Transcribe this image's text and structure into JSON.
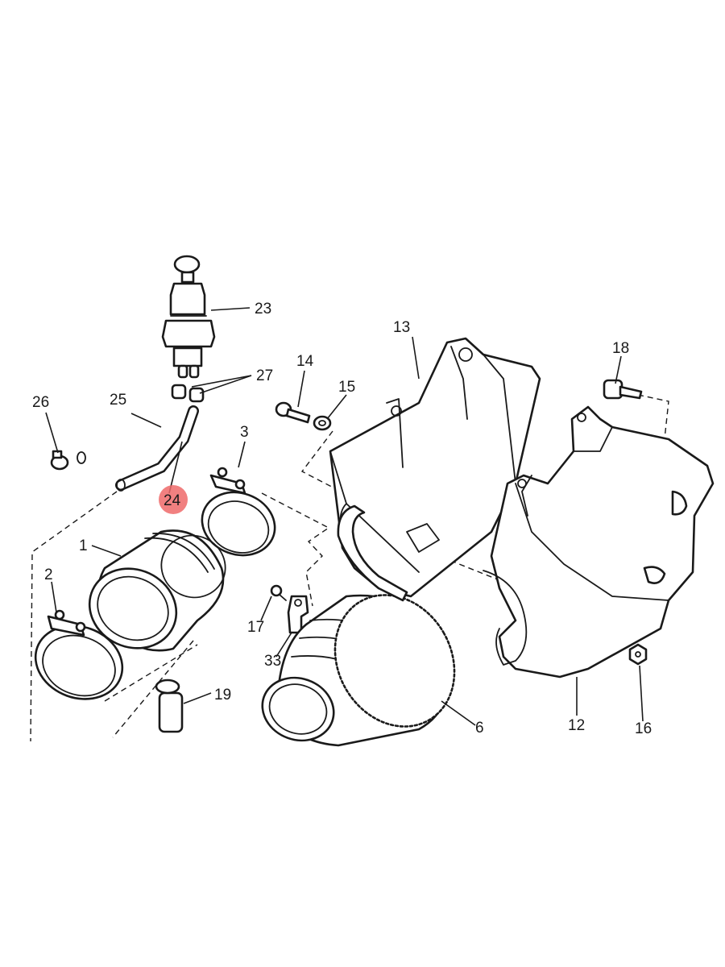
{
  "callouts": {
    "p1": "1",
    "p2": "2",
    "p3": "3",
    "p6": "6",
    "p12": "12",
    "p13": "13",
    "p14": "14",
    "p15": "15",
    "p16": "16",
    "p17": "17",
    "p18": "18",
    "p19": "19",
    "p23": "23",
    "p24": "24",
    "p25": "25",
    "p26": "26",
    "p27": "27",
    "p33": "33"
  },
  "highlighted_part": "24",
  "colors": {
    "line": "#1a1a1a",
    "background": "#ffffff",
    "highlight": "#ef6a6a"
  }
}
